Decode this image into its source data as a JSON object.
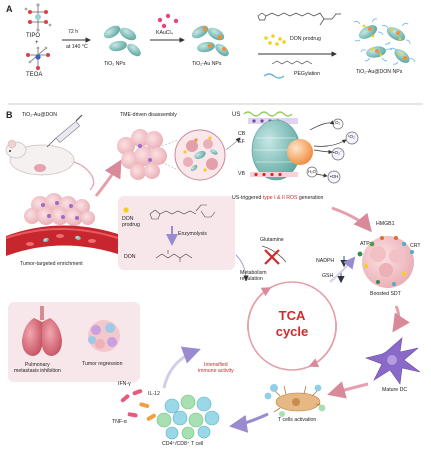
{
  "panel_a": {
    "label": "A",
    "tipo": "TIPO",
    "plus": "+",
    "teoa": "TEOA",
    "cond_time": "72 h",
    "cond_temp": "at 140 °C",
    "tio2_nps": "TiO₂ NPs",
    "kaucl4": "KAuCl₄",
    "tio2_au_nps": "TiO₂-Au NPs",
    "don_prodrug": "DON prodrug",
    "pegylation": "PEGylation",
    "final_np": "TiO₂-Au@DON NPs"
  },
  "panel_b": {
    "label": "B",
    "injection": "TiO₂-Au@DON",
    "tme_disassembly": "TME-driven disassembly",
    "tumor_enrichment": "Tumor-targeted enrichment",
    "us": "US",
    "cb": "CB",
    "ef": "EF",
    "vb": "VB",
    "ros_prefix": "US-triggered ",
    "ros_type": "type I & II ROS",
    "ros_suffix": " generation",
    "species": {
      "o2": "O₂",
      "singlet_o2": "¹O₂",
      "superoxide": "•O₂⁻",
      "water": "H₂O",
      "hydroxyl": "•OH"
    },
    "don_prodrug": "DON\nprodrug",
    "enzymolysis": "Enzymolysis",
    "don": "DON",
    "glutamine": "Glutamine",
    "metabolism": "Metabolism\nregulation",
    "nadph": "NADPH",
    "gsh": "GSH",
    "tca1": "TCA",
    "tca2": "cycle",
    "hmgb1": "HMGB1",
    "atp": "ATP",
    "crt": "CRT",
    "boosted_sdt": "Boosted SDT",
    "mature_dc": "Mature DC",
    "t_cells": "T cells activation",
    "cd_cells": "CD4⁺/CD8⁺ T cell",
    "immune": "Intensified\nimmune activity",
    "ifn": "IFN-γ",
    "il12": "IL-12",
    "tnf": "TNF-α",
    "metastasis": "Pulmonary\nmetastasis inhibition",
    "regression": "Tumor regression"
  }
}
